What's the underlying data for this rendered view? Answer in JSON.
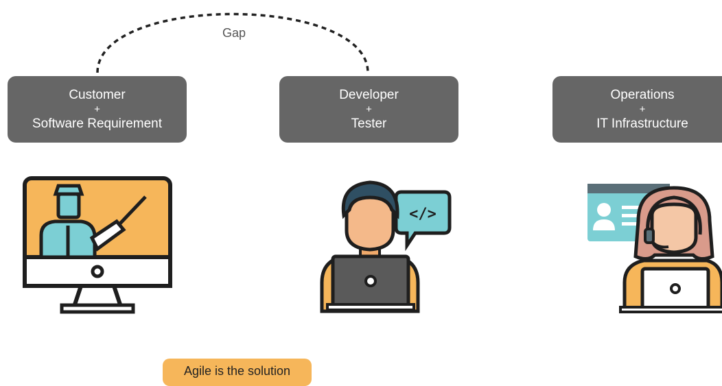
{
  "gap": {
    "label": "Gap"
  },
  "roles": [
    {
      "line1": "Customer",
      "plus": "+",
      "line2": "Software Requirement"
    },
    {
      "line1": "Developer",
      "plus": "+",
      "line2": "Tester"
    },
    {
      "line1": "Operations",
      "plus": "+",
      "line2": "IT Infrastructure"
    }
  ],
  "icons": {
    "customer": "teacher-monitor-icon",
    "developer": "developer-laptop-icon",
    "operations": "support-agent-icon"
  },
  "colors": {
    "box_bg": "#666666",
    "box_text": "#ffffff",
    "accent_orange": "#f6b65a",
    "outline": "#1e1e1e",
    "teal": "#7ccfd4"
  },
  "callout": {
    "label": "Agile is the solution"
  }
}
